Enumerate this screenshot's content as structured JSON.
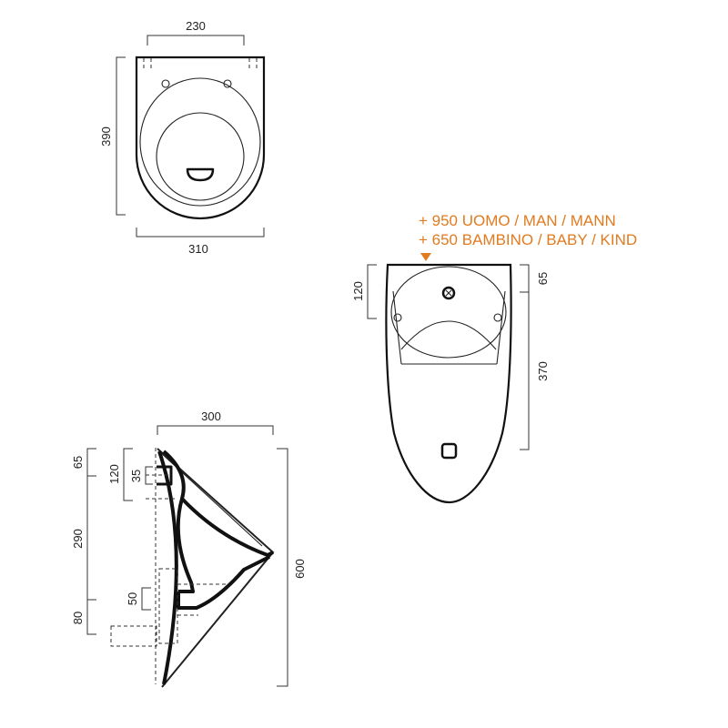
{
  "colors": {
    "accent": "#e07b20",
    "line": "#111111"
  },
  "top_view": {
    "dim_width_top": "230",
    "dim_height": "390",
    "dim_width_bottom": "310"
  },
  "front_view": {
    "height_notes": [
      "+ 950 UOMO / MAN / MANN",
      "+ 650 BAMBINO / BABY / KIND"
    ],
    "dim_left": "120",
    "dim_right_top": "65",
    "dim_right_main": "370"
  },
  "side_view": {
    "dim_width": "300",
    "dim_65": "65",
    "dim_120": "120",
    "dim_35": "35",
    "dim_290": "290",
    "dim_50": "50",
    "dim_80": "80",
    "dim_600": "600"
  }
}
